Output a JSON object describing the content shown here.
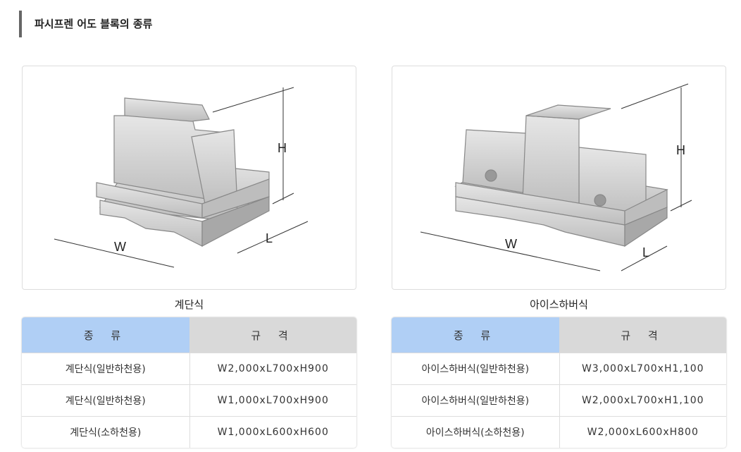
{
  "title": "파시프렌 어도 블록의 종류",
  "dimension_labels": {
    "w": "W",
    "h": "H",
    "l": "L"
  },
  "blocks": [
    {
      "caption": "계단식",
      "headers": [
        "종 류",
        "규 격"
      ],
      "rows": [
        [
          "계단식(일반하천용)",
          "W2,000xL700xH900"
        ],
        [
          "계단식(일반하천용)",
          "W1,000xL700xH900"
        ],
        [
          "계단식(소하천용)",
          "W1,000xL600xH600"
        ]
      ]
    },
    {
      "caption": "아이스하버식",
      "headers": [
        "종 류",
        "규 격"
      ],
      "rows": [
        [
          "아이스하버식(일반하천용)",
          "W3,000xL700xH1,100"
        ],
        [
          "아이스하버식(일반하천용)",
          "W2,000xL700xH1,100"
        ],
        [
          "아이스하버식(소하천용)",
          "W2,000xL600xH800"
        ]
      ]
    }
  ]
}
